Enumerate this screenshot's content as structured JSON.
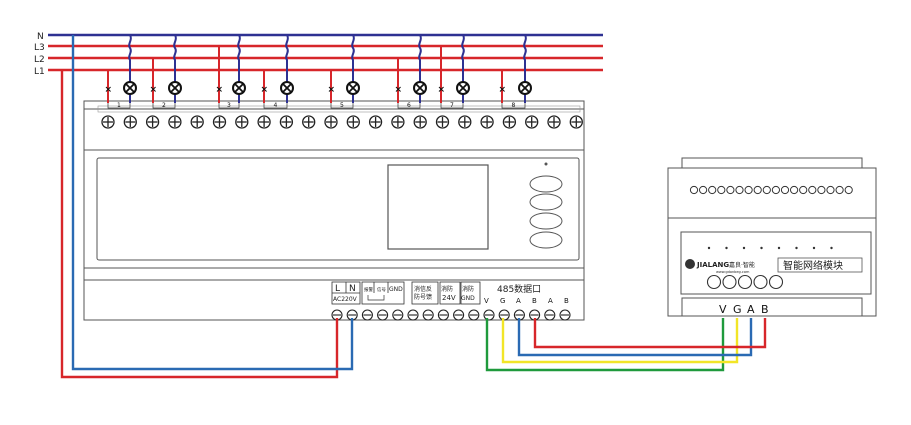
{
  "bus_lines": [
    {
      "label": "N",
      "color": "#2e3192"
    },
    {
      "label": "L3",
      "color": "#d7262a"
    },
    {
      "label": "L2",
      "color": "#d7262a"
    },
    {
      "label": "L1",
      "color": "#d7262a"
    }
  ],
  "channels": [
    "1",
    "2",
    "3",
    "4",
    "5",
    "6",
    "7",
    "8"
  ],
  "main_module": {
    "power_label_l": "L",
    "power_label_n": "N",
    "power_voltage": "AC220V",
    "alarm_label_a": "报警",
    "alarm_label_b": "信号",
    "gnd_label": "GND",
    "fire_link_label_a": "消信反",
    "fire_link_label_b": "防号馈",
    "fire_24v_label_a": "消防",
    "fire_24v_label_b": "24V",
    "fire_gnd_label_a": "消防",
    "fire_gnd_label_b": "GND",
    "rs485_title": "485数据口",
    "rs485_pins": [
      "V",
      "G",
      "A",
      "B",
      "A",
      "B"
    ]
  },
  "network_module": {
    "brand": "JIALANG",
    "brand_cn": "嘉良·智能",
    "website": "www.gdonbeg.com",
    "title": "智能网络模块",
    "terminal_labels": [
      "V",
      "G",
      "A",
      "B"
    ]
  },
  "wire_colors": {
    "red": "#d7262a",
    "blue": "#2a6ab3",
    "yellow": "#f2e527",
    "green": "#1f9a3c",
    "purple": "#2e3192"
  }
}
